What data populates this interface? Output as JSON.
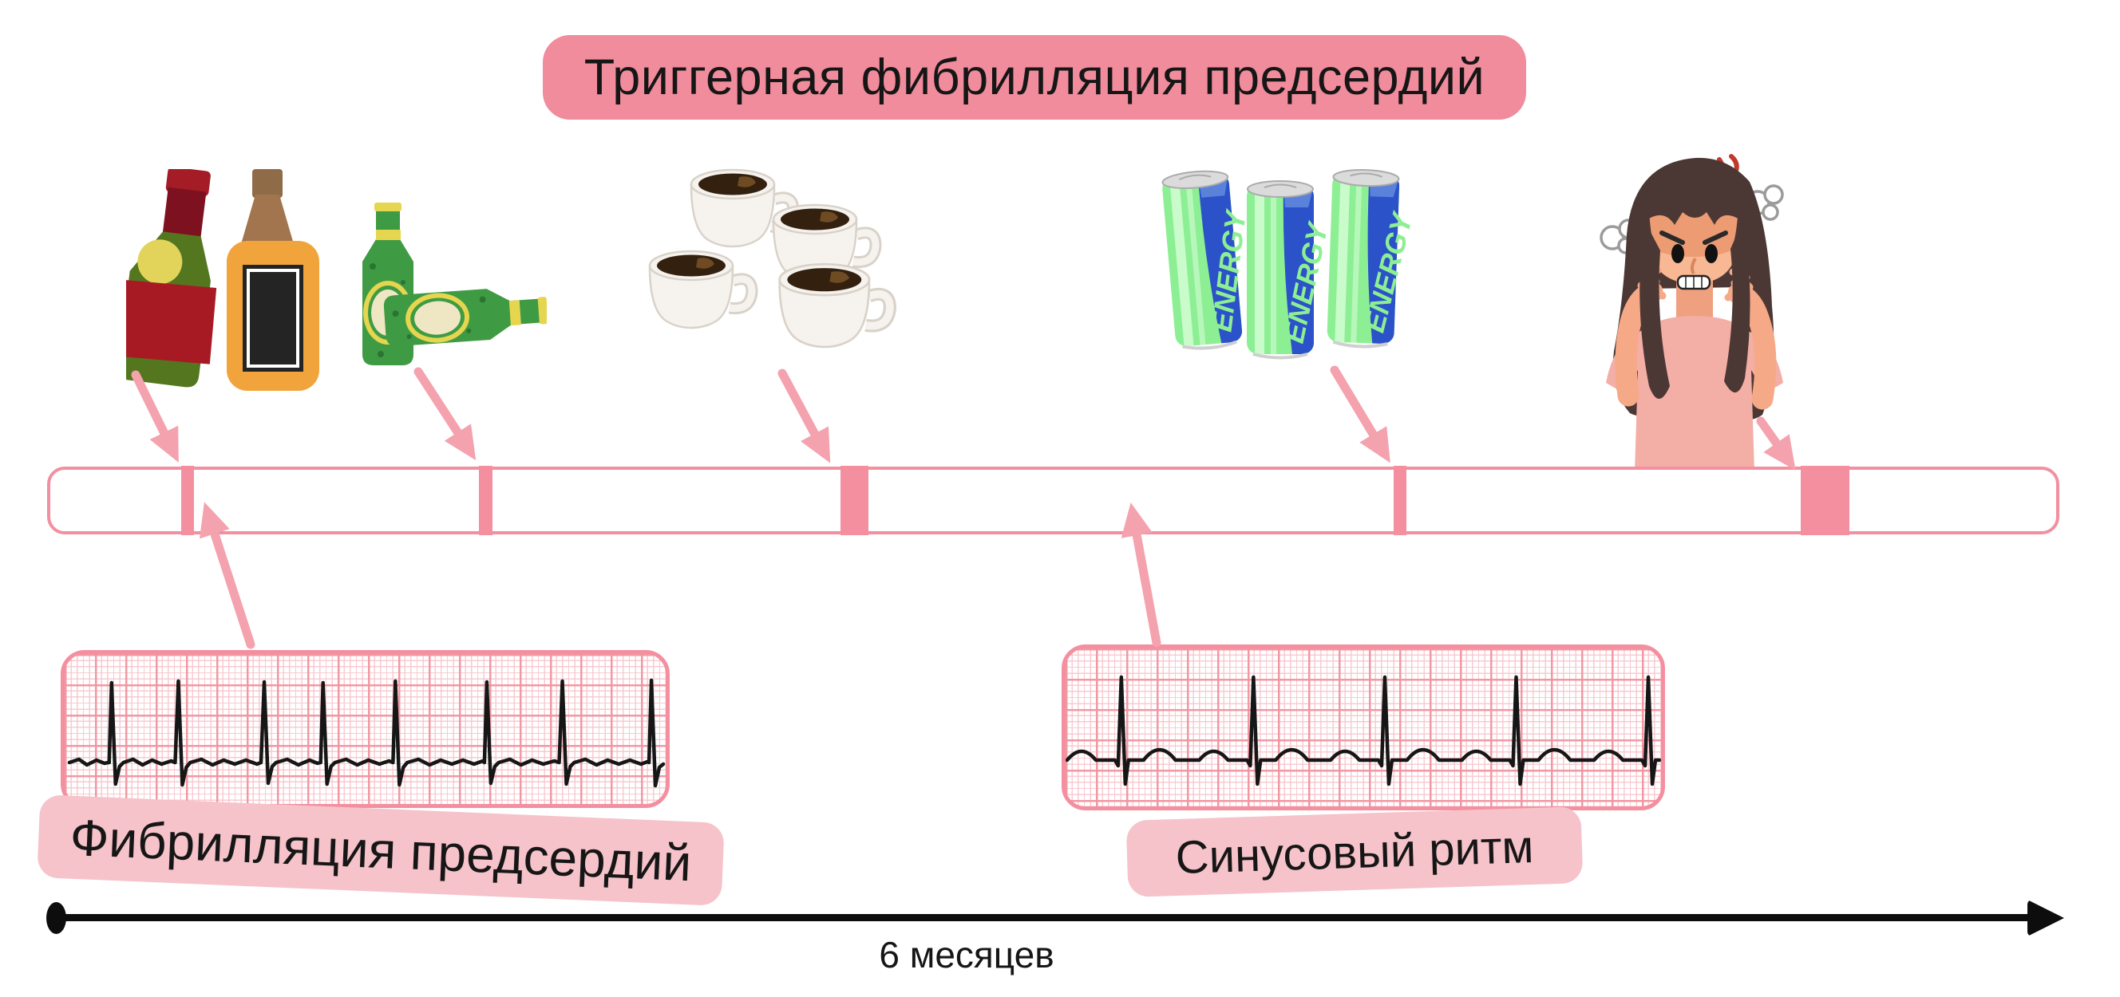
{
  "title": {
    "text": "Триггерная фибрилляция предсердий"
  },
  "triggers": [
    {
      "icon": "alcohol-bottles-icon"
    },
    {
      "icon": "beer-bottles-icon"
    },
    {
      "icon": "coffee-cups-icon"
    },
    {
      "icon": "energy-drink-cans-icon"
    },
    {
      "icon": "angry-stressed-woman-icon"
    }
  ],
  "energy": {
    "can_text": "ENERGY"
  },
  "ecg": {
    "afib_label": "Фибрилляция предсердий",
    "sinus_label": "Синусовый ритм"
  },
  "axis": {
    "label": "6 месяцев"
  },
  "timeline": {
    "marker_count": 5
  },
  "colors": {
    "title_pink": "#F08C9B",
    "label_pink": "#F6C3CA",
    "marker_pink": "#F48FA0",
    "arrow_pink": "#F4A2AE",
    "ecg_grid_pink": "#F294A0",
    "trace_black": "#161616",
    "axis_black": "#0d0d0d"
  }
}
